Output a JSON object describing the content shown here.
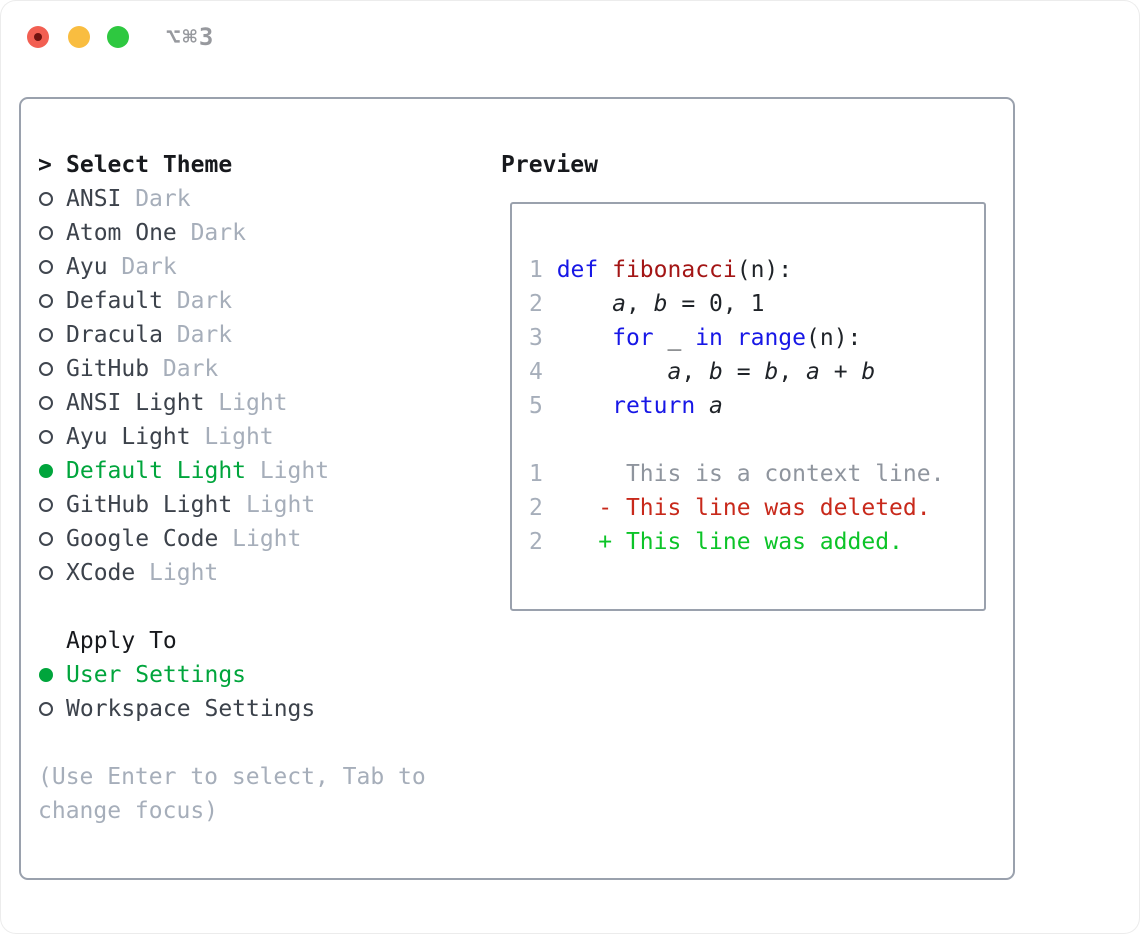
{
  "titlebar": {
    "shortcut": "⌥⌘3"
  },
  "theme_list": {
    "prompt": ">",
    "header": "Select Theme",
    "items": [
      {
        "name": "ANSI",
        "variant": "Dark",
        "selected": false
      },
      {
        "name": "Atom One",
        "variant": "Dark",
        "selected": false
      },
      {
        "name": "Ayu",
        "variant": "Dark",
        "selected": false
      },
      {
        "name": "Default",
        "variant": "Dark",
        "selected": false
      },
      {
        "name": "Dracula",
        "variant": "Dark",
        "selected": false
      },
      {
        "name": "GitHub",
        "variant": "Dark",
        "selected": false
      },
      {
        "name": "ANSI Light",
        "variant": "Light",
        "selected": false
      },
      {
        "name": "Ayu Light",
        "variant": "Light",
        "selected": false
      },
      {
        "name": "Default Light",
        "variant": "Light",
        "selected": true
      },
      {
        "name": "GitHub Light",
        "variant": "Light",
        "selected": false
      },
      {
        "name": "Google Code",
        "variant": "Light",
        "selected": false
      },
      {
        "name": "XCode",
        "variant": "Light",
        "selected": false
      }
    ]
  },
  "apply_to": {
    "header": "Apply To",
    "items": [
      {
        "name": "User Settings",
        "selected": true
      },
      {
        "name": "Workspace Settings",
        "selected": false
      }
    ]
  },
  "help_lines": [
    "(Use Enter to select, Tab to",
    "change focus)"
  ],
  "preview": {
    "header": "Preview",
    "lines": [
      [],
      [
        [
          "1 ",
          "ln"
        ],
        [
          "def",
          "kw"
        ],
        [
          " ",
          "plx"
        ],
        [
          "fibonacci",
          "fn"
        ],
        [
          "(n):",
          "plx"
        ]
      ],
      [
        [
          "2 ",
          "ln"
        ],
        [
          "    ",
          "plx"
        ],
        [
          "a",
          "var"
        ],
        [
          ", ",
          "plx"
        ],
        [
          "b",
          "var"
        ],
        [
          " = 0, 1",
          "plx"
        ]
      ],
      [
        [
          "3 ",
          "ln"
        ],
        [
          "    ",
          "plx"
        ],
        [
          "for",
          "kw"
        ],
        [
          " _ ",
          "plx"
        ],
        [
          "in",
          "kw"
        ],
        [
          " ",
          "plx"
        ],
        [
          "range",
          "kw"
        ],
        [
          "(n):",
          "plx"
        ]
      ],
      [
        [
          "4 ",
          "ln"
        ],
        [
          "        ",
          "plx"
        ],
        [
          "a",
          "var"
        ],
        [
          ", ",
          "plx"
        ],
        [
          "b",
          "var"
        ],
        [
          " = ",
          "plx"
        ],
        [
          "b",
          "var"
        ],
        [
          ", ",
          "plx"
        ],
        [
          "a",
          "var"
        ],
        [
          " + ",
          "plx"
        ],
        [
          "b",
          "var"
        ]
      ],
      [
        [
          "5 ",
          "ln"
        ],
        [
          "    ",
          "plx"
        ],
        [
          "return",
          "kw"
        ],
        [
          " ",
          "plx"
        ],
        [
          "a",
          "var"
        ]
      ],
      [],
      [
        [
          "1",
          "ln"
        ],
        [
          "      This is a context line.",
          "ctx"
        ]
      ],
      [
        [
          "2",
          "ln"
        ],
        [
          "    ",
          "plx"
        ],
        [
          "- This line was deleted.",
          "del"
        ]
      ],
      [
        [
          "2",
          "ln"
        ],
        [
          "    ",
          "plx"
        ],
        [
          "+ This line was added.",
          "add"
        ]
      ]
    ]
  },
  "colors": {
    "accent_green": "#00a53c",
    "added_green": "#0cc428",
    "deleted_red": "#c8291b",
    "keyword_blue": "#1717e6",
    "function_red": "#a31515",
    "muted_gray": "#a6aeba",
    "context_gray": "#8f959e",
    "text_dark": "#17191d",
    "item_gray": "#3c424b",
    "code_dark": "#1f2328",
    "border_gray": "#9aa1ad",
    "close_red": "#f25f52",
    "close_dot": "#701310",
    "minimize_yellow": "#f9bd40",
    "maximize_green": "#2ec840",
    "shortcut_gray": "#97999e"
  }
}
